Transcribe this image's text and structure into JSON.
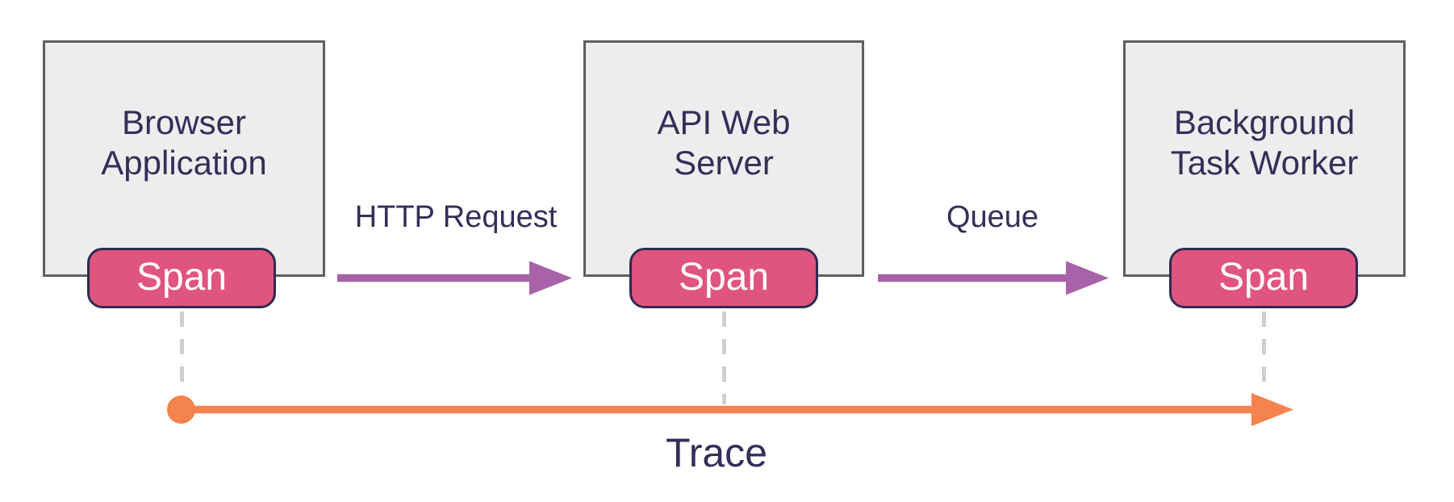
{
  "diagram": {
    "nodes": [
      {
        "id": "browser-application",
        "label": "Browser Application",
        "span_label": "Span"
      },
      {
        "id": "api-web-server",
        "label": "API Web Server",
        "span_label": "Span"
      },
      {
        "id": "background-task-worker",
        "label": "Background Task Worker",
        "span_label": "Span"
      }
    ],
    "edges": [
      {
        "id": "http-request",
        "label": "HTTP Request"
      },
      {
        "id": "queue",
        "label": "Queue"
      }
    ],
    "timeline": {
      "label": "Trace"
    },
    "colors": {
      "node_fill": "#ededed",
      "node_border": "#5f5f5f",
      "label_text": "#362d59",
      "span_fill": "#e0557d",
      "span_border": "#2f2a52",
      "span_text": "#ffffff",
      "edge_arrow": "#a862a8",
      "timeline_arrow": "#f4834e",
      "dashed_connector": "#cfcfcf",
      "background": "#ffffff"
    }
  }
}
